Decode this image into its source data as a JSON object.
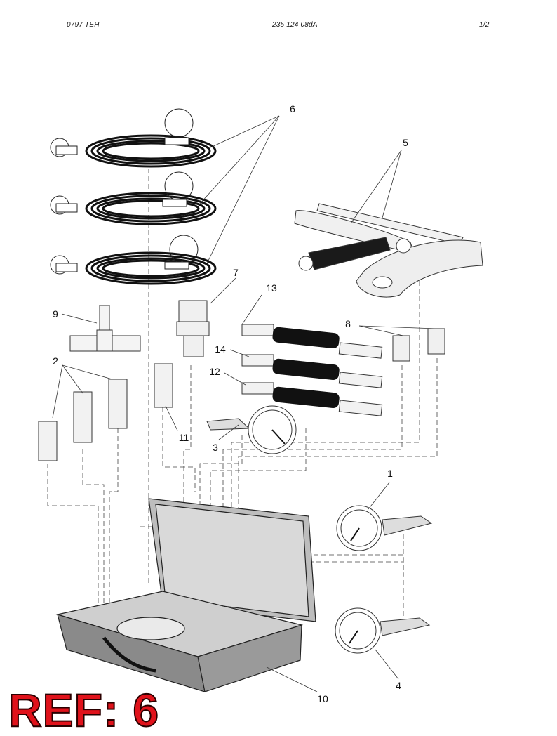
{
  "header": {
    "left": "0797 TEH",
    "center": "235 124 08dA",
    "right": "1/2"
  },
  "callouts": {
    "c1": "1",
    "c2": "2",
    "c3": "3",
    "c4": "4",
    "c5": "5",
    "c6": "6",
    "c7": "7",
    "c8": "8",
    "c9": "9",
    "c10": "10",
    "c11": "11",
    "c12": "12",
    "c13": "13",
    "c14": "14"
  },
  "ref_label": "REF: 6",
  "colors": {
    "ref_text": "#e0121b",
    "line": "#222222",
    "case_body": "#8a8a8a",
    "case_lid": "#bdbdbd",
    "hose": "#111111"
  }
}
